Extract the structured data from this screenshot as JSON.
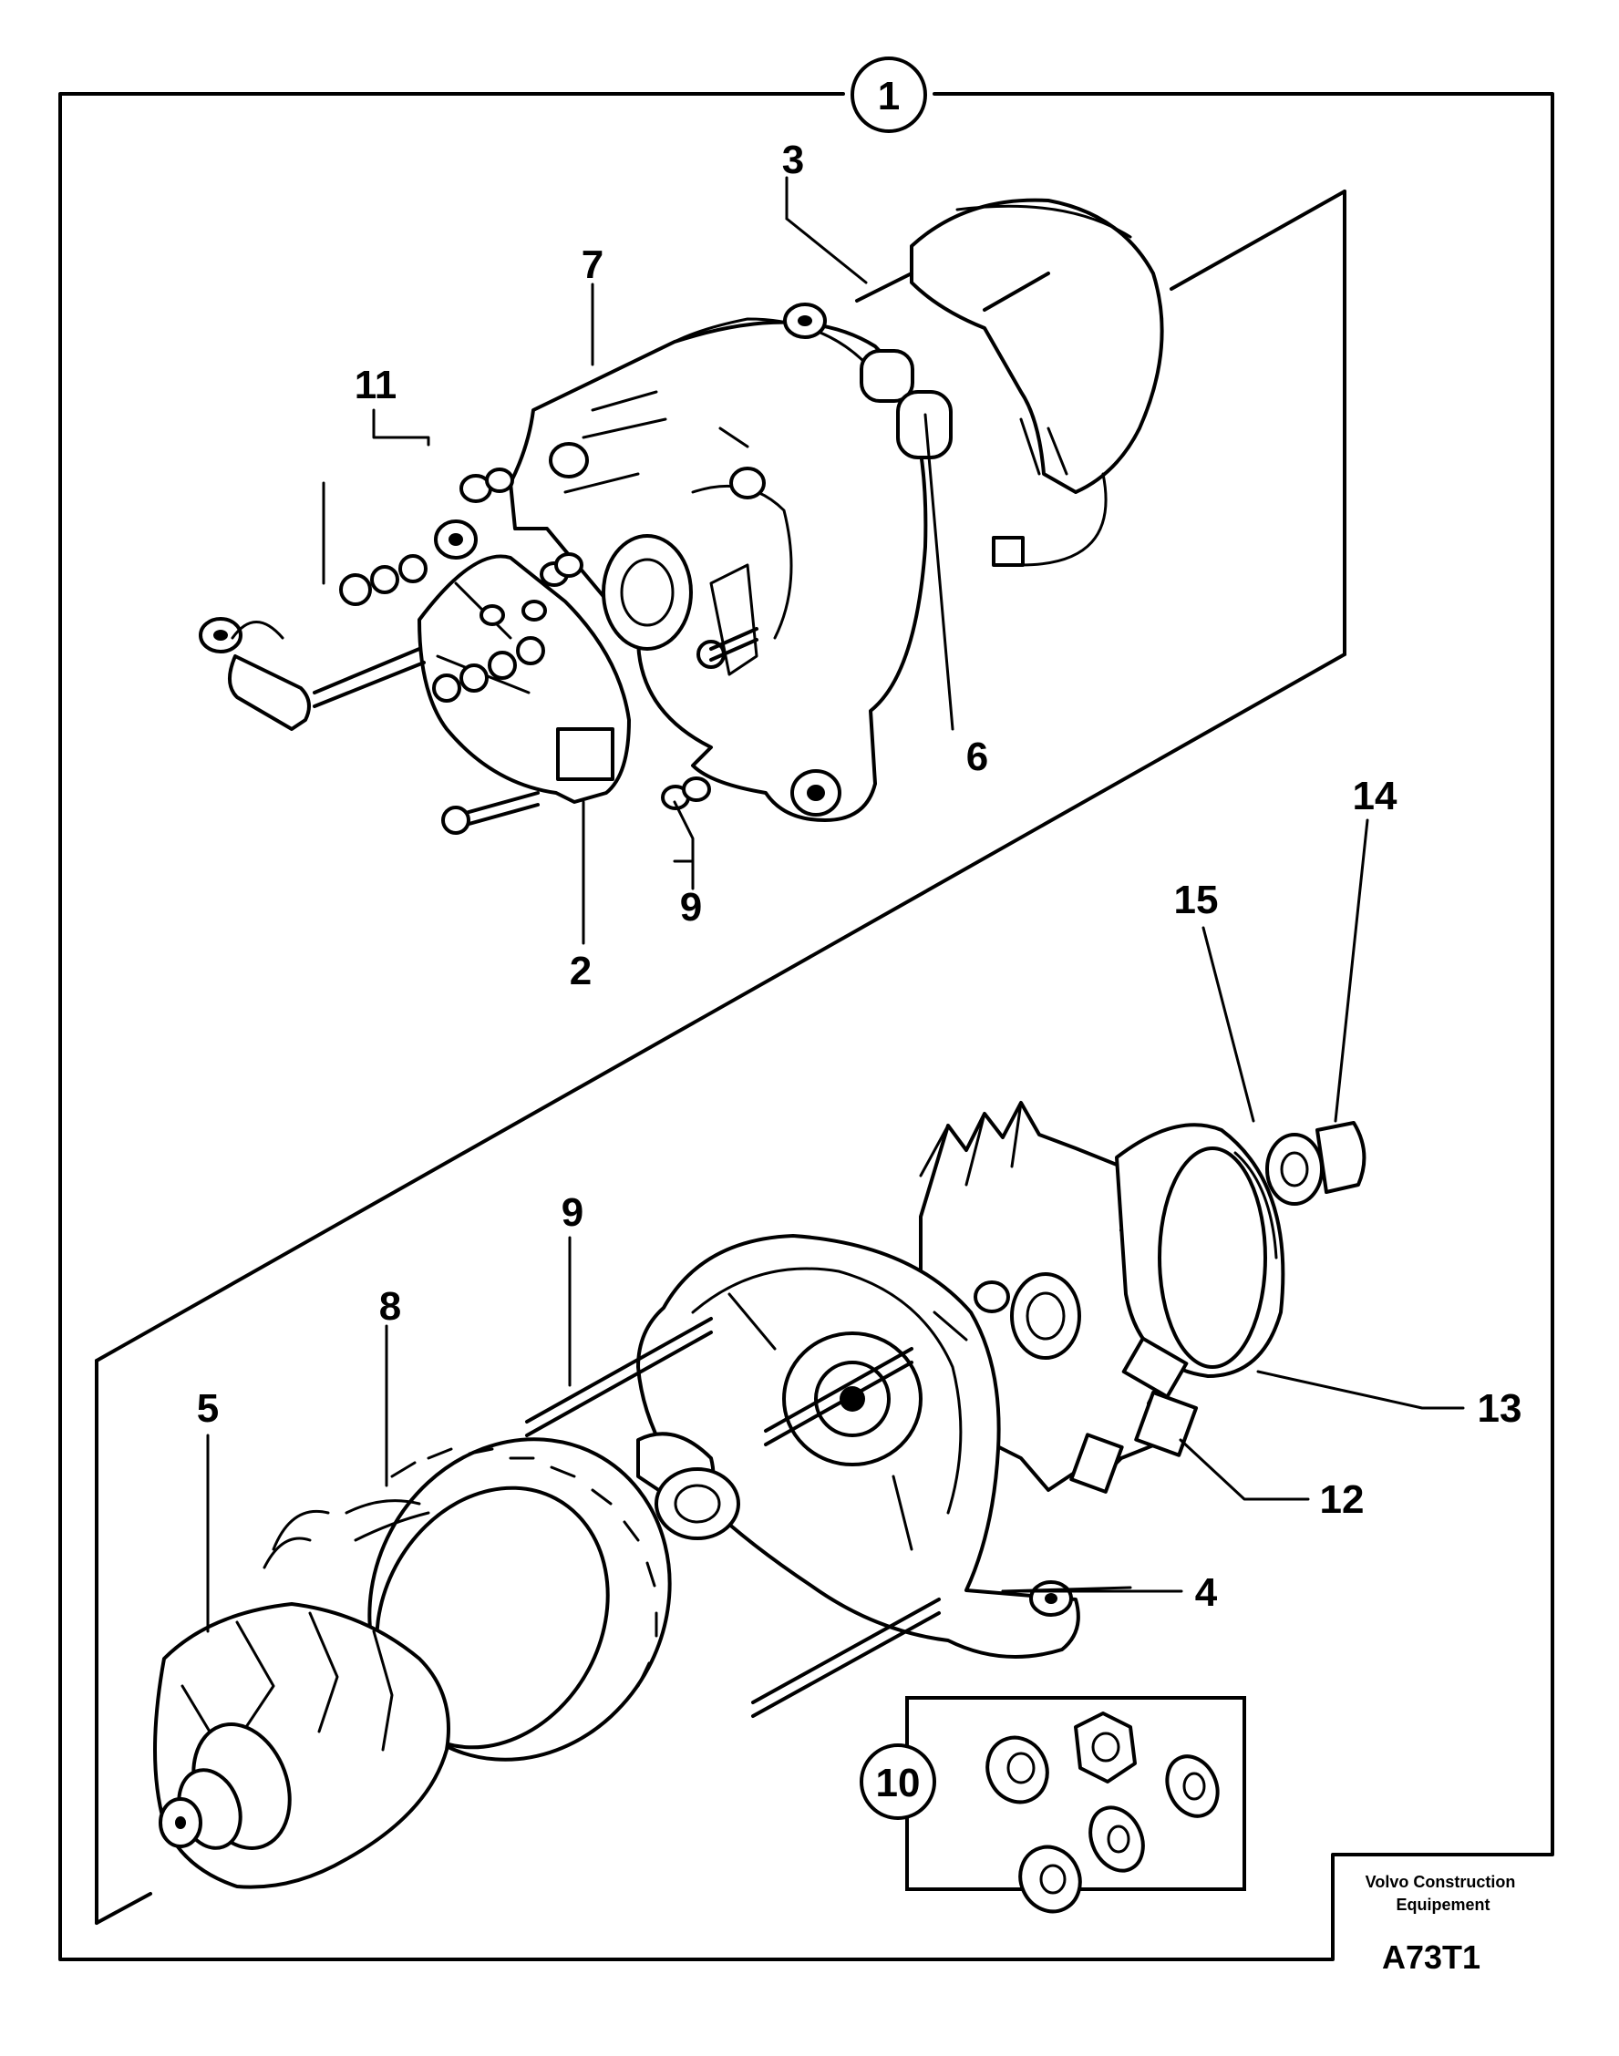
{
  "diagram": {
    "group_callout": "1",
    "kit_callout": "10",
    "callouts": {
      "c2": "2",
      "c3": "3",
      "c4": "4",
      "c5": "5",
      "c6": "6",
      "c7": "7",
      "c8": "8",
      "c9a": "9",
      "c9b": "9",
      "c11": "11",
      "c12": "12",
      "c13": "13",
      "c14": "14",
      "c15": "15"
    }
  },
  "title_block": {
    "company_line1": "Volvo Construction",
    "company_line2": "Equipement",
    "ref_code": "A73T1"
  }
}
